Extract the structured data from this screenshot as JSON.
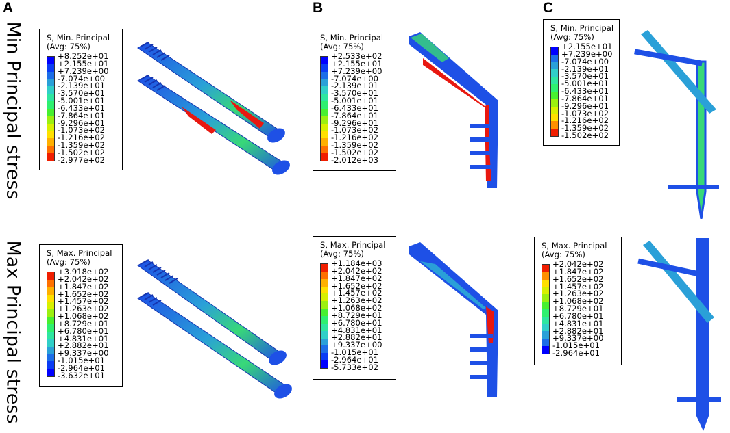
{
  "panels": [
    "A",
    "B",
    "C"
  ],
  "row_labels": [
    "Min Principal stress",
    "Max Principal stress"
  ],
  "legends": {
    "a_min": {
      "title1": "S, Min. Principal",
      "title2": "(Avg: 75%)",
      "values": [
        "+8.252e+01",
        "+2.155e+01",
        "+7.239e+00",
        "-7.074e+00",
        "-2.139e+01",
        "-3.570e+01",
        "-5.001e+01",
        "-6.433e+01",
        "-7.864e+01",
        "-9.296e+01",
        "-1.073e+02",
        "-1.216e+02",
        "-1.359e+02",
        "-1.502e+02",
        "-2.977e+02"
      ]
    },
    "b_min": {
      "title1": "S, Min. Principal",
      "title2": "(Avg: 75%)",
      "values": [
        "+2.533e+02",
        "+2.155e+01",
        "+7.239e+00",
        "-7.074e+00",
        "-2.139e+01",
        "-3.570e+01",
        "-5.001e+01",
        "-6.433e+01",
        "-7.864e+01",
        "-9.296e+01",
        "-1.073e+02",
        "-1.216e+02",
        "-1.359e+02",
        "-1.502e+02",
        "-2.012e+03"
      ]
    },
    "c_min": {
      "title1": "S, Min. Principal",
      "title2": "(Avg: 75%)",
      "values": [
        "+2.155e+01",
        "+7.239e+00",
        "-7.074e+00",
        "-2.139e+01",
        "-3.570e+01",
        "-5.001e+01",
        "-6.433e+01",
        "-7.864e+01",
        "-9.296e+01",
        "-1.073e+02",
        "-1.216e+02",
        "-1.359e+02",
        "-1.502e+02"
      ]
    },
    "a_max": {
      "title1": "S, Max. Principal",
      "title2": "(Avg: 75%)",
      "values": [
        "+3.918e+02",
        "+2.042e+02",
        "+1.847e+02",
        "+1.652e+02",
        "+1.457e+02",
        "+1.263e+02",
        "+1.068e+02",
        "+8.729e+01",
        "+6.780e+01",
        "+4.831e+01",
        "+2.882e+01",
        "+9.337e+00",
        "-1.015e+01",
        "-2.964e+01",
        "-3.632e+01"
      ]
    },
    "b_max": {
      "title1": "S, Max. Principal",
      "title2": "(Avg: 75%)",
      "values": [
        "+1.184e+03",
        "+2.042e+02",
        "+1.847e+02",
        "+1.652e+02",
        "+1.457e+02",
        "+1.263e+02",
        "+1.068e+02",
        "+8.729e+01",
        "+6.780e+01",
        "+4.831e+01",
        "+2.882e+01",
        "+9.337e+00",
        "-1.015e+01",
        "-2.964e+01",
        "-5.733e+02"
      ]
    },
    "c_max": {
      "title1": "S, Max. Principal",
      "title2": "(Avg: 75%)",
      "values": [
        "+2.042e+02",
        "+1.847e+02",
        "+1.652e+02",
        "+1.457e+02",
        "+1.263e+02",
        "+1.068e+02",
        "+8.729e+01",
        "+6.780e+01",
        "+4.831e+01",
        "+2.882e+01",
        "+9.337e+00",
        "-1.015e+01",
        "-2.964e+01"
      ]
    }
  },
  "colors": {
    "min_scale_14": [
      "#0000ff",
      "#0a3cf5",
      "#1c6ee8",
      "#2aa0d8",
      "#30cfc8",
      "#2ee6a0",
      "#2ef070",
      "#48f030",
      "#9cf010",
      "#d8f000",
      "#ffe000",
      "#ffb000",
      "#ff7000",
      "#f01e00"
    ],
    "max_scale_14": [
      "#f01e00",
      "#ff7000",
      "#ffb000",
      "#ffe000",
      "#d8f000",
      "#9cf010",
      "#48f030",
      "#2ef070",
      "#2ee6a0",
      "#30cfc8",
      "#2aa0d8",
      "#1c6ee8",
      "#0a3cf5",
      "#0000ff"
    ],
    "min_scale_12": [
      "#0000ff",
      "#1c6ee8",
      "#2aa0d8",
      "#30cfc8",
      "#2ee6a0",
      "#2ef070",
      "#48f030",
      "#9cf010",
      "#d8f000",
      "#ffe000",
      "#ff9000",
      "#f01e00"
    ],
    "max_scale_12": [
      "#f01e00",
      "#ff9000",
      "#ffe000",
      "#d8f000",
      "#9cf010",
      "#48f030",
      "#2ef070",
      "#2ee6a0",
      "#30cfc8",
      "#2aa0d8",
      "#1c6ee8",
      "#0000ff"
    ],
    "implant_blue": "#1e50e6",
    "stress_red": "#e81810",
    "stress_green": "#38d878"
  }
}
